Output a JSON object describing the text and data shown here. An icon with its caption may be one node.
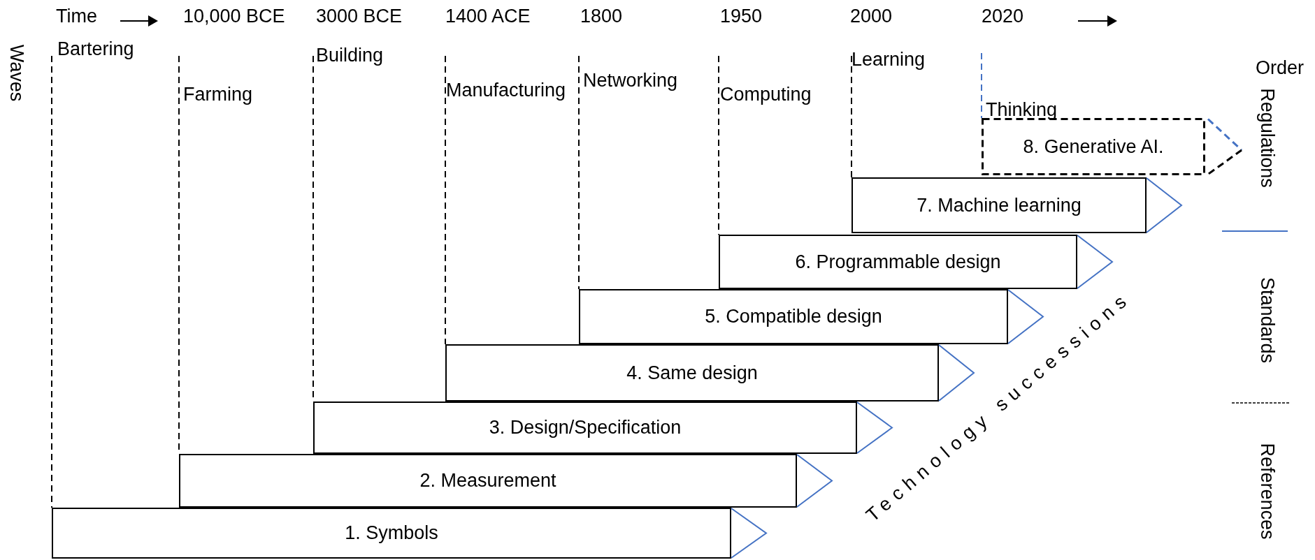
{
  "diagram": {
    "nodes": [
      {
        "text": [
          "1. Symbols"
        ]
      },
      {
        "text": [
          "2. Measurement"
        ]
      },
      {
        "text": [
          "3. Design/Specification"
        ]
      },
      {
        "text": [
          "4. Same design"
        ]
      },
      {
        "text": [
          "5. Compatible  design"
        ]
      },
      {
        "text": [
          "6. Programmable design"
        ]
      },
      {
        "text": [
          "7. Machine learning"
        ]
      },
      {
        "text": [
          "8. Generative AI."
        ]
      }
    ],
    "labels": [
      "Time",
      "10,000 BCE",
      "3000 BCE",
      "1400 ACE",
      "1800",
      "1950",
      "2000",
      "2020",
      "Waves",
      "Bartering",
      "Farming",
      "Building",
      "Manufacturing",
      "Networking",
      "Computing",
      "Learning",
      "Thinking",
      "Order",
      "Regulations",
      "Standards",
      "References",
      "Technology successions"
    ]
  }
}
